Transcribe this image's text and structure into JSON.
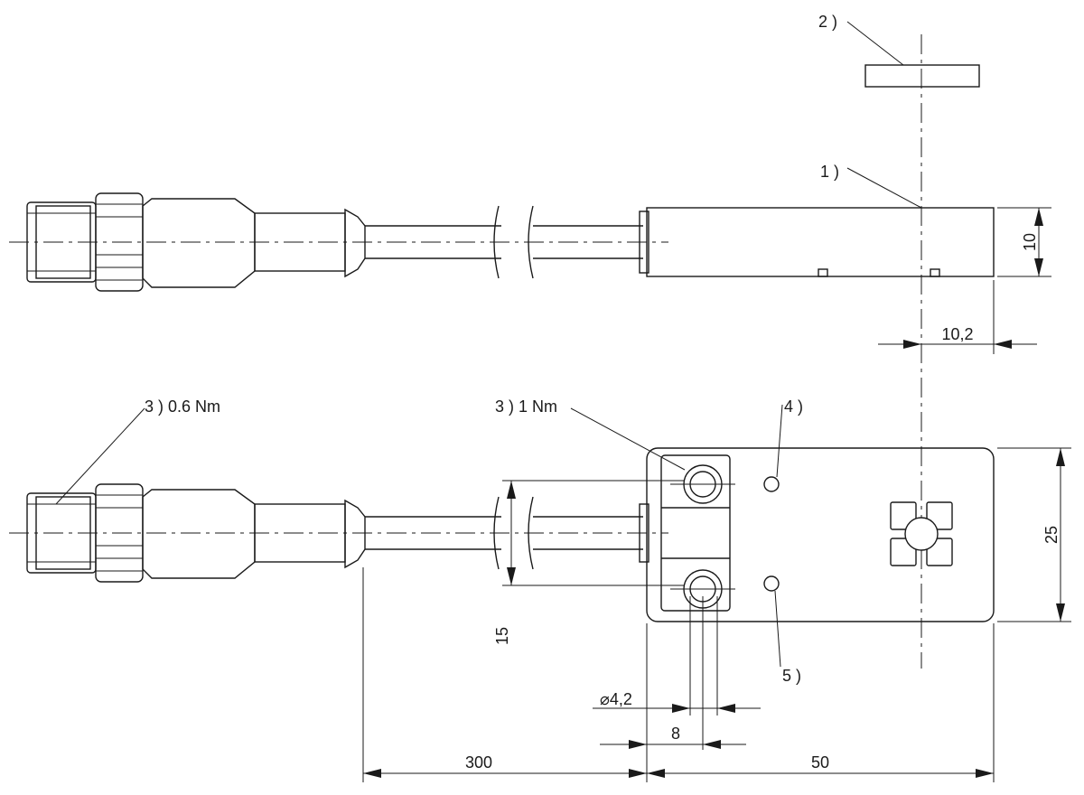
{
  "callouts": {
    "sensor_face": "1 )",
    "actuator": "2 )",
    "connector_torque": "3 ) 0.6 Nm",
    "screw_torque": "3 ) 1 Nm",
    "led_upper": "4 )",
    "led_lower": "5 )"
  },
  "dimensions": {
    "height_side": "10",
    "sensing_offset": "10,2",
    "width": "25",
    "hole_spacing": "15",
    "hole_diameter": "⌀4,2",
    "hole_offset": "8",
    "cable_length": "300",
    "housing_length": "50"
  }
}
